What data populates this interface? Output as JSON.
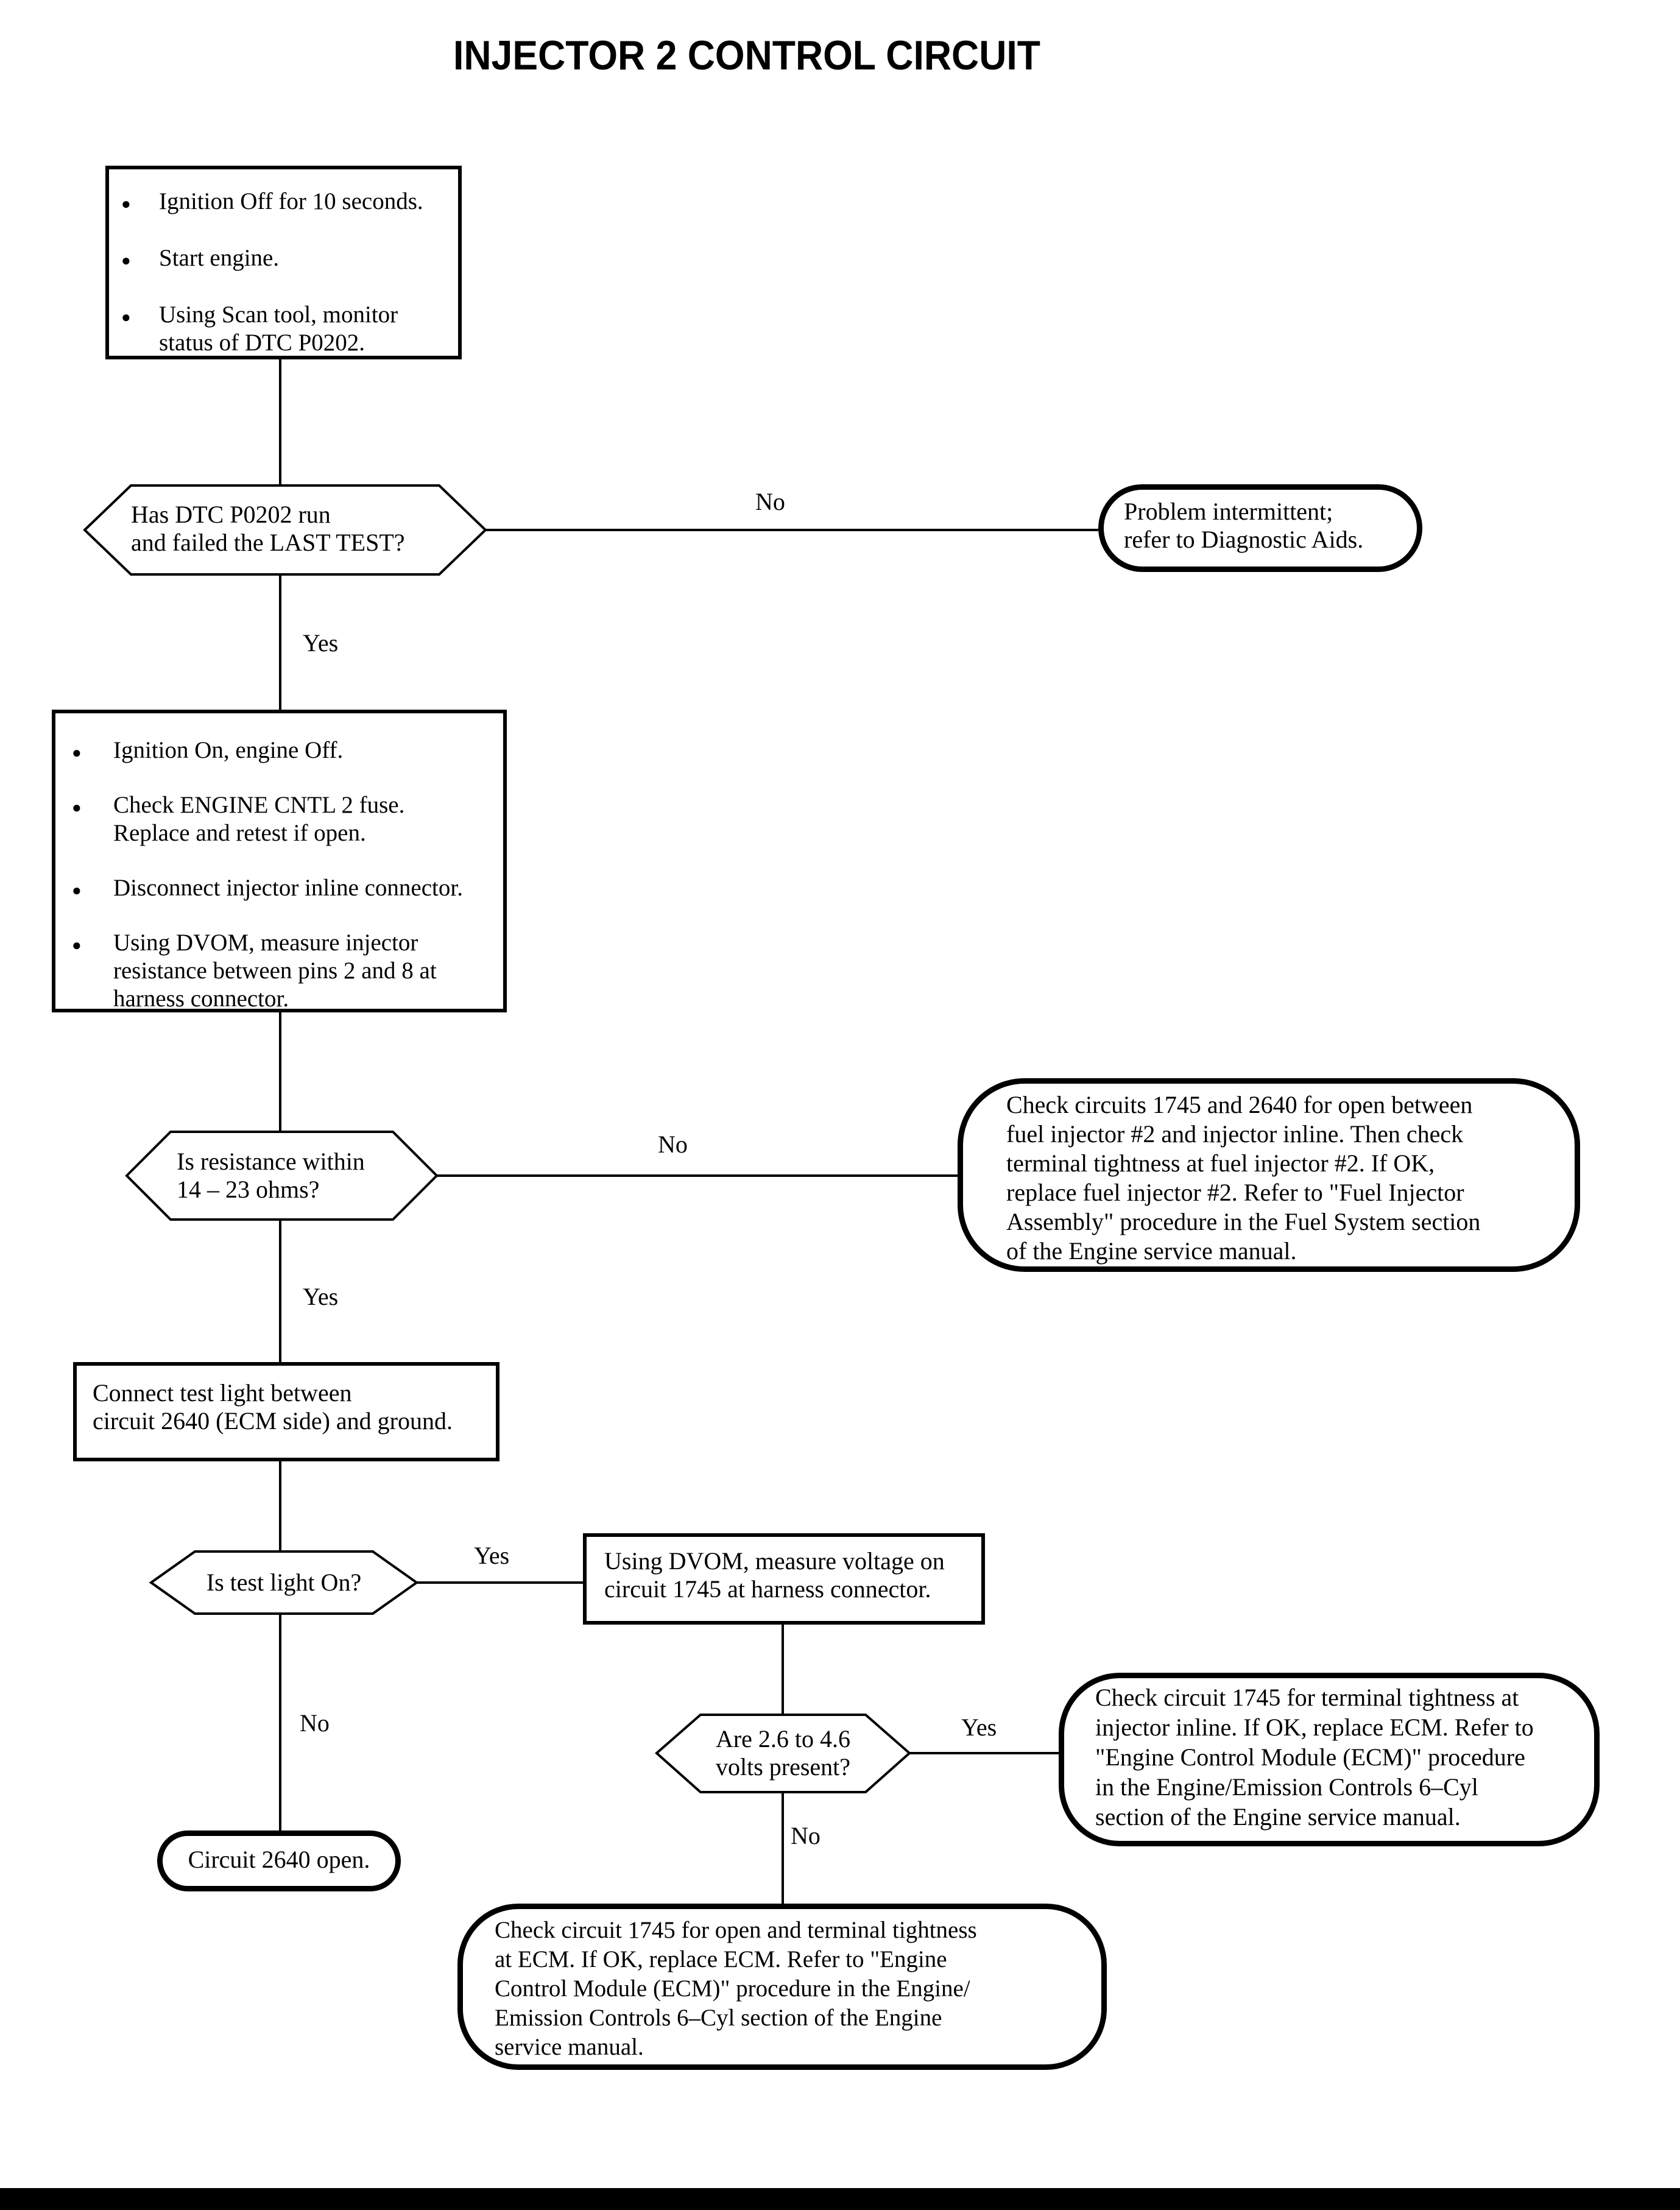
{
  "title": "INJECTOR 2 CONTROL CIRCUIT",
  "flowchart": {
    "step1": {
      "bullets": [
        "Ignition Off for 10 seconds.",
        "Start engine.",
        "Using Scan tool, monitor\nstatus of DTC P0202."
      ]
    },
    "decision1": {
      "text": "Has DTC P0202 run\nand failed the LAST TEST?"
    },
    "terminator_intermittent": {
      "text": "Problem intermittent;\nrefer to Diagnostic Aids."
    },
    "step2": {
      "bullets": [
        "Ignition On, engine Off.",
        "Check ENGINE CNTL 2 fuse.\nReplace and retest if open.",
        "Disconnect injector inline connector.",
        "Using DVOM, measure injector\nresistance between pins 2 and 8 at\nharness connector."
      ]
    },
    "decision2": {
      "text": "Is resistance within\n14 – 23 ohms?"
    },
    "action_check_circuits": {
      "text": "Check circuits 1745 and 2640 for open between\nfuel injector #2 and injector inline. Then check\nterminal tightness at fuel injector #2. If OK,\nreplace fuel injector #2. Refer to \"Fuel Injector\nAssembly\" procedure in the Fuel System section\nof the Engine service manual."
    },
    "step3": {
      "text": "Connect test light between\ncircuit 2640 (ECM side) and ground."
    },
    "decision3": {
      "text": "Is test light On?"
    },
    "step4": {
      "text": "Using DVOM, measure voltage on\ncircuit 1745 at harness connector."
    },
    "decision4": {
      "text": "Are 2.6 to 4.6\nvolts present?"
    },
    "action_check_1745_inline": {
      "text": "Check circuit 1745 for terminal tightness at\ninjector inline. If OK, replace ECM. Refer to\n\"Engine Control Module (ECM)\" procedure\nin the Engine/Emission Controls 6–Cyl\nsection of the Engine service manual."
    },
    "terminator_circuit_open": {
      "text": "Circuit 2640 open."
    },
    "action_check_1745_ecm": {
      "text": "Check circuit 1745 for open and terminal tightness\nat ECM. If OK, replace ECM. Refer to \"Engine\nControl Module (ECM)\" procedure in the Engine/\nEmission Controls 6–Cyl section of the Engine\nservice manual."
    },
    "labels": {
      "no1": "No",
      "yes1": "Yes",
      "no2": "No",
      "yes2": "Yes",
      "yes3": "Yes",
      "no3": "No",
      "yes4": "Yes",
      "no4": "No"
    }
  },
  "colors": {
    "line": "#000000",
    "background": "#ffffff"
  }
}
